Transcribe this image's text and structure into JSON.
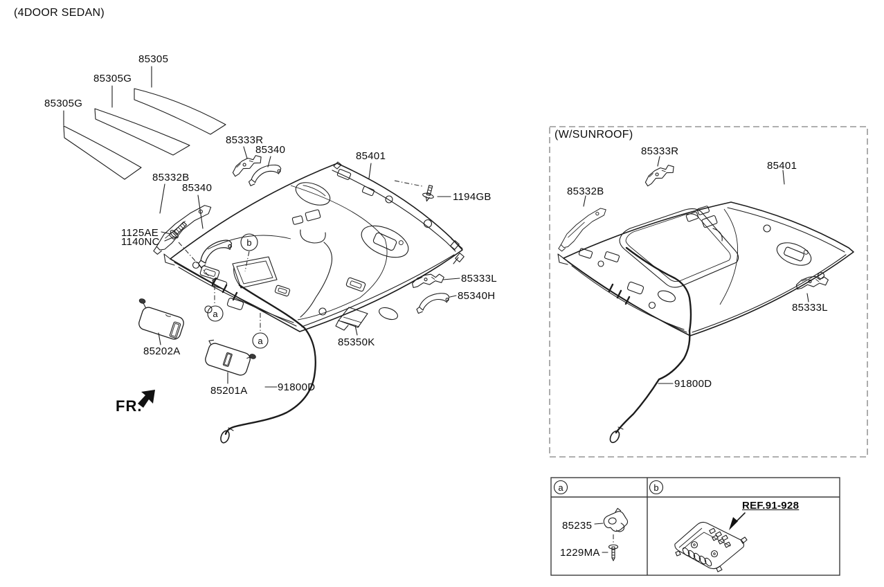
{
  "title": "(4DOOR SEDAN)",
  "fr": "FR.",
  "colors": {
    "line": "#1c1c1c",
    "dashed_box": "#7f7f7f",
    "background": "#ffffff"
  },
  "main": {
    "labels": {
      "l85305": "85305",
      "l85305g_a": "85305G",
      "l85305g_b": "85305G",
      "l85333r": "85333R",
      "l85340_a": "85340",
      "l85332b": "85332B",
      "l85340_b": "85340",
      "l1125ae": "1125AE",
      "l1140nc": "1140NC",
      "l85401": "85401",
      "l1194gb": "1194GB",
      "l85333l": "85333L",
      "l85340h": "85340H",
      "l85350k": "85350K",
      "l85202a": "85202A",
      "l85201a": "85201A",
      "l91800d": "91800D"
    },
    "callouts": {
      "a": "a",
      "b": "b"
    }
  },
  "sunroof": {
    "box_title": "(W/SUNROOF)",
    "labels": {
      "l85333r": "85333R",
      "l85401": "85401",
      "l85332b": "85332B",
      "l85333l": "85333L",
      "l91800d": "91800D"
    }
  },
  "legend": {
    "header_a": "a",
    "header_b": "b",
    "l85235": "85235",
    "l1229ma": "1229MA",
    "ref": "REF.91-928"
  }
}
